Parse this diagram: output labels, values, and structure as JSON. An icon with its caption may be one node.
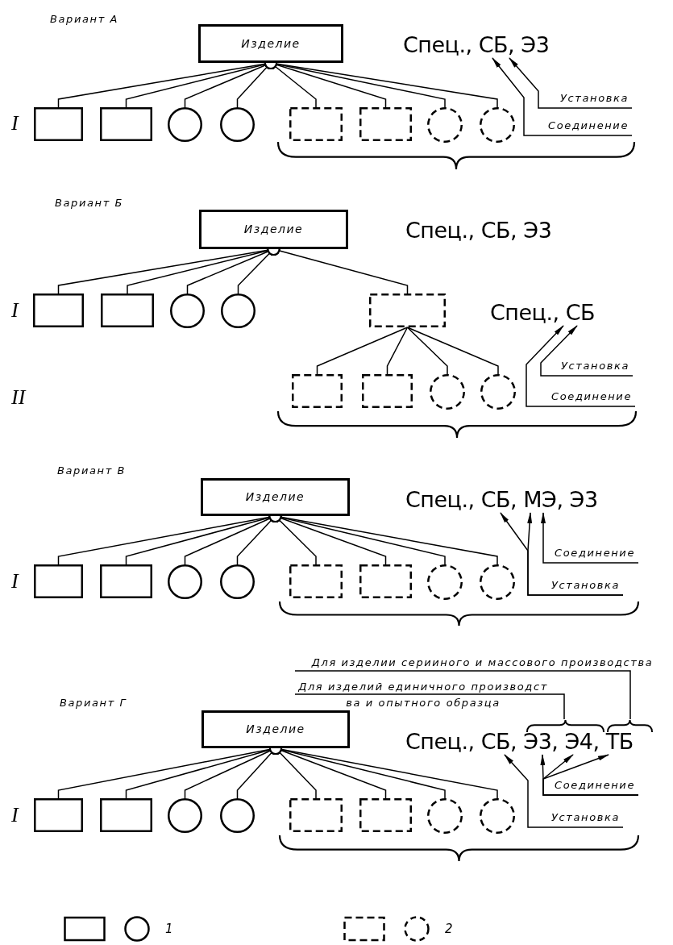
{
  "diagram": {
    "nodes": [
      {
        "text": [
          "Изделие"
        ]
      },
      {
        "text": [],
        "shape": "box"
      },
      {
        "text": [],
        "shape": "box"
      },
      {
        "text": [],
        "shape": "circle"
      },
      {
        "text": [],
        "shape": "circle"
      },
      {
        "text": [],
        "shape": "dashed-box"
      },
      {
        "text": [],
        "shape": "dashed-box"
      },
      {
        "text": [],
        "shape": "dashed-circle"
      },
      {
        "text": [],
        "shape": "dashed-circle"
      },
      {
        "text": [
          "Спец., СБ, Э3"
        ]
      },
      {
        "text": [
          "Установка"
        ]
      },
      {
        "text": [
          "Соединение"
        ]
      },
      {
        "text": [
          "Изделие"
        ]
      },
      {
        "text": [],
        "shape": "box"
      },
      {
        "text": [],
        "shape": "box"
      },
      {
        "text": [],
        "shape": "circle"
      },
      {
        "text": [],
        "shape": "circle"
      },
      {
        "text": [],
        "shape": "dashed-box"
      },
      {
        "text": [
          "Спец., СБ"
        ]
      },
      {
        "text": [],
        "shape": "dashed-box"
      },
      {
        "text": [],
        "shape": "dashed-box"
      },
      {
        "text": [],
        "shape": "dashed-circle"
      },
      {
        "text": [],
        "shape": "dashed-circle"
      },
      {
        "text": [
          "Установка"
        ]
      },
      {
        "text": [
          "Соединение"
        ]
      },
      {
        "text": [
          "Изделие"
        ]
      },
      {
        "text": [
          "Спец., СБ, МЭ, Э3"
        ]
      },
      {
        "text": [
          "Соединение"
        ]
      },
      {
        "text": [],
        "shape": "box"
      },
      {
        "text": [],
        "shape": "box"
      },
      {
        "text": [],
        "shape": "circle"
      },
      {
        "text": [],
        "shape": "circle"
      },
      {
        "text": [],
        "shape": "dashed-box"
      },
      {
        "text": [],
        "shape": "dashed-box"
      },
      {
        "text": [],
        "shape": "dashed-circle"
      },
      {
        "text": [],
        "shape": "dashed-circle"
      },
      {
        "text": [
          "Установка"
        ]
      },
      {
        "text": [
          "Для изделии серииного и массового производства"
        ]
      },
      {
        "text": [
          "Для изделий единичного производст ва и опытного образца"
        ]
      },
      {
        "text": [],
        "shape": "brace"
      },
      {
        "text": [],
        "shape": "brace"
      },
      {
        "text": [
          "Изделие"
        ]
      },
      {
        "text": [
          "Спец., СБ, Э3, Э4, ТБ"
        ]
      },
      {
        "text": [
          "Соединение"
        ]
      },
      {
        "text": [],
        "shape": "box"
      },
      {
        "text": [],
        "shape": "box"
      },
      {
        "text": [],
        "shape": "circle"
      },
      {
        "text": [],
        "shape": "circle"
      },
      {
        "text": [],
        "shape": "dashed-box"
      },
      {
        "text": [],
        "shape": "dashed-box"
      },
      {
        "text": [],
        "shape": "dashed-circle"
      },
      {
        "text": [],
        "shape": "dashed-circle"
      },
      {
        "text": [
          "Установка"
        ]
      }
    ],
    "edges": [
      {
        "from": 0,
        "to": 1,
        "arrow": "other"
      },
      {
        "from": 0,
        "to": 2,
        "arrow": "other"
      },
      {
        "from": 0,
        "to": 3,
        "arrow": "other"
      },
      {
        "from": 0,
        "to": 4,
        "arrow": "other"
      },
      {
        "from": 0,
        "to": 5,
        "arrow": "other"
      },
      {
        "from": 0,
        "to": 6,
        "arrow": "other"
      },
      {
        "from": 0,
        "to": 7,
        "arrow": "other"
      },
      {
        "from": 0,
        "to": 8,
        "arrow": "other"
      },
      {
        "from": 10,
        "to": 9,
        "arrow": "to"
      },
      {
        "from": 11,
        "to": 9,
        "arrow": "to"
      },
      {
        "from": 12,
        "to": 13,
        "arrow": "other"
      },
      {
        "from": 12,
        "to": 14,
        "arrow": "other"
      },
      {
        "from": 12,
        "to": 15,
        "arrow": "other"
      },
      {
        "from": 12,
        "to": 16,
        "arrow": "other"
      },
      {
        "from": 12,
        "to": 17,
        "arrow": "other"
      },
      {
        "from": 17,
        "to": 19,
        "arrow": "none"
      },
      {
        "from": 17,
        "to": 20,
        "arrow": "none"
      },
      {
        "from": 17,
        "to": 21,
        "arrow": "none"
      },
      {
        "from": 17,
        "to": 22,
        "arrow": "none"
      },
      {
        "from": 23,
        "to": 18,
        "arrow": "to"
      },
      {
        "from": 24,
        "to": 18,
        "arrow": "to"
      },
      {
        "from": 25,
        "to": 28,
        "arrow": "other"
      },
      {
        "from": 25,
        "to": 29,
        "arrow": "other"
      },
      {
        "from": 25,
        "to": 30,
        "arrow": "other"
      },
      {
        "from": 25,
        "to": 31,
        "arrow": "other"
      },
      {
        "from": 25,
        "to": 32,
        "arrow": "other"
      },
      {
        "from": 25,
        "to": 33,
        "arrow": "other"
      },
      {
        "from": 25,
        "to": 34,
        "arrow": "other"
      },
      {
        "from": 25,
        "to": 35,
        "arrow": "other"
      },
      {
        "from": 36,
        "to": 26,
        "arrow": "to"
      },
      {
        "from": 36,
        "to": 26,
        "arrow": "to"
      },
      {
        "from": 27,
        "to": 26,
        "arrow": "to"
      },
      {
        "from": 41,
        "to": 44,
        "arrow": "other"
      },
      {
        "from": 41,
        "to": 45,
        "arrow": "other"
      },
      {
        "from": 41,
        "to": 46,
        "arrow": "other"
      },
      {
        "from": 41,
        "to": 47,
        "arrow": "other"
      },
      {
        "from": 41,
        "to": 48,
        "arrow": "other"
      },
      {
        "from": 41,
        "to": 49,
        "arrow": "other"
      },
      {
        "from": 41,
        "to": 50,
        "arrow": "other"
      },
      {
        "from": 41,
        "to": 51,
        "arrow": "other"
      },
      {
        "from": 52,
        "to": 42,
        "arrow": "to"
      },
      {
        "from": 43,
        "to": 42,
        "arrow": "to"
      },
      {
        "from": 43,
        "to": 42,
        "arrow": "to"
      },
      {
        "from": 43,
        "to": 42,
        "arrow": "to"
      },
      {
        "from": 38,
        "to": 39,
        "arrow": "none"
      },
      {
        "from": 37,
        "to": 40,
        "arrow": "none"
      }
    ],
    "labels": [
      "Вариант А",
      "I",
      "Вариант Б",
      "Спец., СБ, Э3",
      "I",
      "II",
      "Вариант В",
      "I",
      "Вариант Г",
      "I"
    ],
    "legend": [
      {
        "text": "1"
      },
      {
        "text": "2"
      }
    ]
  }
}
